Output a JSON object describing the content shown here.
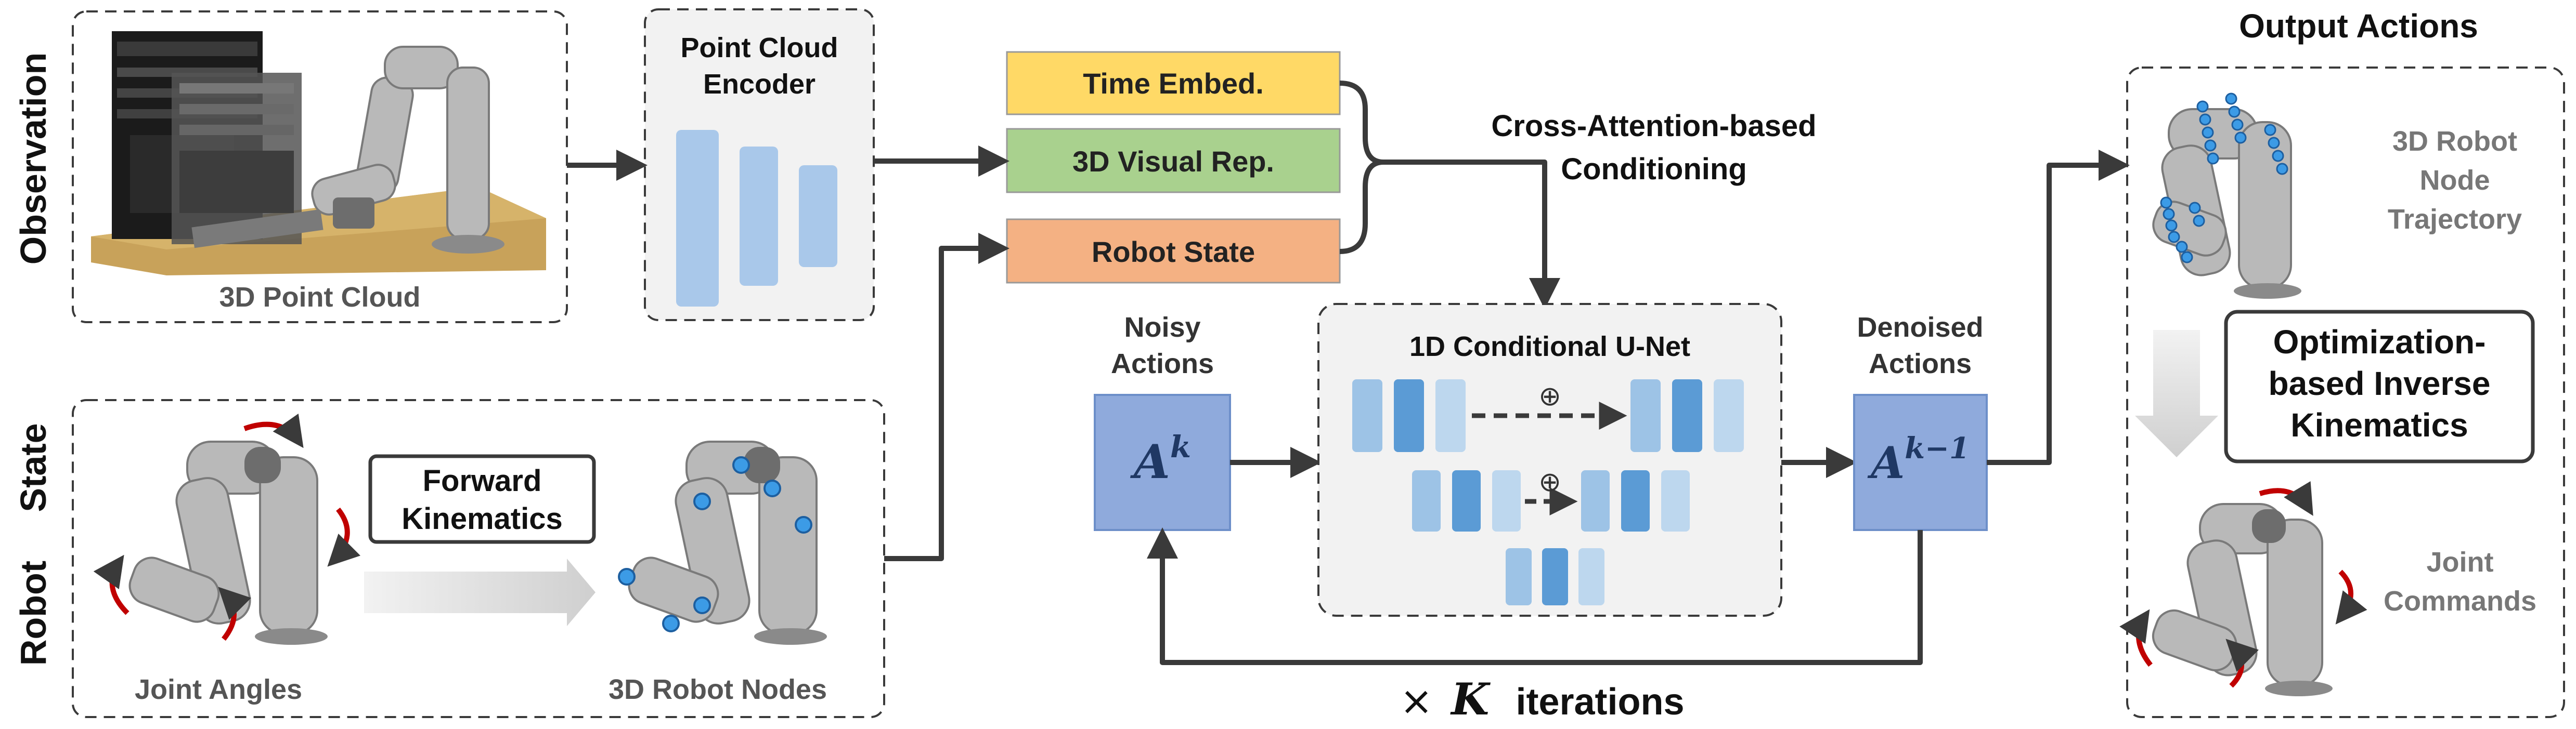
{
  "observation": {
    "section_label": "Observation",
    "point_cloud_caption": "3D Point Cloud",
    "encoder_title_line1": "Point Cloud",
    "encoder_title_line2": "Encoder"
  },
  "robot_state": {
    "section_label_word1": "Robot",
    "section_label_word2": "State",
    "joint_angles_caption": "Joint Angles",
    "forward_kinematics_line1": "Forward",
    "forward_kinematics_line2": "Kinematics",
    "robot_nodes_caption": "3D Robot Nodes"
  },
  "conditioning": {
    "time_embed": "Time Embed.",
    "visual_rep": "3D Visual Rep.",
    "robot_state": "Robot State",
    "cross_attention_line1": "Cross-Attention-based",
    "cross_attention_line2": "Conditioning",
    "colors": {
      "time_embed": "#ffd966",
      "visual_rep": "#a9d18e",
      "robot_state": "#f4b183"
    }
  },
  "unet": {
    "title": "1D Conditional U-Net",
    "noisy_line1": "Noisy",
    "noisy_line2": "Actions",
    "noisy_symbol_base": "A",
    "noisy_symbol_sup": "k",
    "denoised_line1": "Denoised",
    "denoised_line2": "Actions",
    "denoised_symbol_base": "A",
    "denoised_symbol_sup": "k−1",
    "plus_symbol": "⊕",
    "iterations_symbol": "×",
    "iterations_K": "K",
    "iterations_word": "iterations",
    "colors": {
      "light": "#bdd7ee",
      "mid": "#9dc3e6",
      "dark": "#5b9bd5",
      "action_box": "#8faadc"
    }
  },
  "output": {
    "title": "Output Actions",
    "trajectory_line1": "3D Robot",
    "trajectory_line2": "Node",
    "trajectory_line3": "Trajectory",
    "ik_line1": "Optimization-",
    "ik_line2": "based Inverse",
    "ik_line3": "Kinematics",
    "joint_commands_line1": "Joint",
    "joint_commands_line2": "Commands"
  }
}
